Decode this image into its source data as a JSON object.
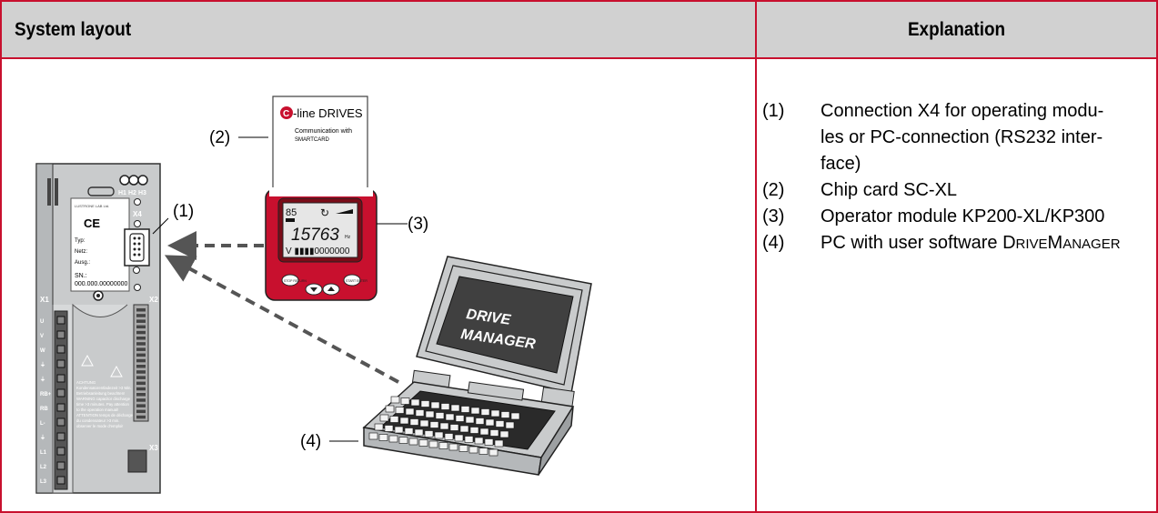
{
  "header": {
    "left_title": "System layout",
    "right_title": "Explanation"
  },
  "explanation": {
    "items": [
      {
        "num": "(1)",
        "text": "Connection X4 for operating modules or PC-connection (RS232 interface)"
      },
      {
        "num": "(2)",
        "text": "Chip card SC-XL"
      },
      {
        "num": "(3)",
        "text": "Operator module KP200-XL/KP300"
      },
      {
        "num": "(4)",
        "text": "PC with user software DRIVEMANAGER"
      }
    ]
  },
  "diagram": {
    "callouts": {
      "c1": "(1)",
      "c2": "(2)",
      "c3": "(3)",
      "c4": "(4)"
    },
    "card": {
      "brand_c": "C",
      "brand_rest": "-line DRIVES",
      "line1": "Communication with",
      "line2": "SMARTCARD"
    },
    "keypad": {
      "display_top": "85",
      "display_main": "15763",
      "display_unit": "Hz",
      "display_bar": "V ▮▮▮▮0000000",
      "btn_left": "STOP RETURN",
      "btn_right": "START ENTER"
    },
    "laptop": {
      "screen_line1": "DRIVE",
      "screen_line2": "MANAGER"
    },
    "drive": {
      "leds": [
        "H1",
        "H2",
        "H3"
      ],
      "x4": "X4",
      "x1": "X1",
      "x2": "X2",
      "x3": "X3",
      "label_typ": "Typ:",
      "label_netz": "Netz:",
      "label_ausg": "Ausg.:",
      "label_sn": "SN.:",
      "serial": "000.000.00000000",
      "ce": "CE",
      "terminals_left": [
        "U",
        "V",
        "W",
        "⏚",
        "⏚",
        "RB+",
        "RB",
        "L-",
        "⏚",
        "L1",
        "L2",
        "L3"
      ],
      "warning_text": "ACHTUNG Kondensatorentladezeit >3 Min. Betriebsanleitung beachten! WARNING capacitor discharge time >3 minutes. Pay attention to the operation manual! ATTENTION temps de décharge du condensateur >3 min. observer le mode d'emploi!"
    }
  },
  "colors": {
    "border": "#c8102e",
    "header_bg": "#d1d1d1",
    "keypad_red": "#c8102e",
    "arrow": "#555555"
  }
}
